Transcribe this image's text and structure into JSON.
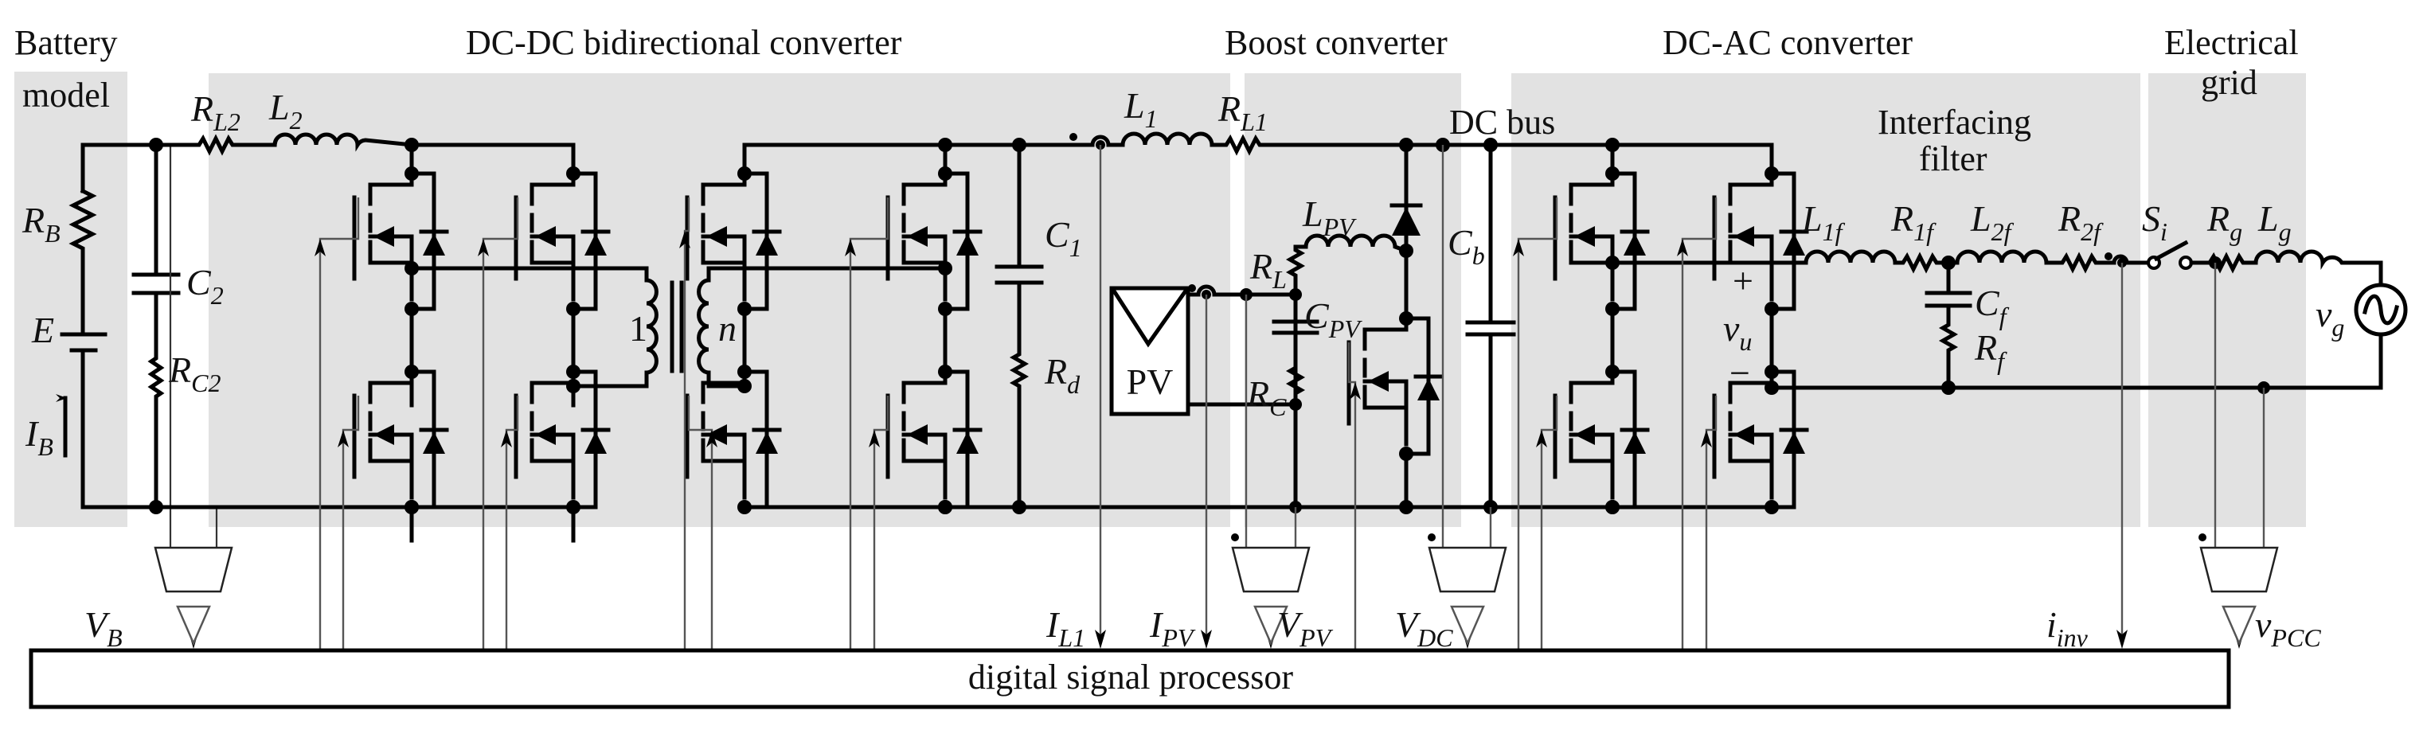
{
  "figure": {
    "sections": {
      "battery": [
        "Battery",
        "model"
      ],
      "dcdc": "DC-DC bidirectional converter",
      "boost": "Boost converter",
      "dcac": "DC-AC converter",
      "grid": [
        "Electrical",
        "grid"
      ],
      "filter": [
        "Interfacing",
        "filter"
      ],
      "dc_bus": "DC bus"
    },
    "components": {
      "RB": {
        "main": "R",
        "sub": "B"
      },
      "E": {
        "main": "E",
        "sub": ""
      },
      "IB": {
        "main": "I",
        "sub": "B"
      },
      "C2": {
        "main": "C",
        "sub": "2"
      },
      "RC2": {
        "main": "R",
        "sub": "C2"
      },
      "RL2": {
        "main": "R",
        "sub": "L2"
      },
      "L2": {
        "main": "L",
        "sub": "2"
      },
      "turns_primary": "1",
      "turns_secondary": "n",
      "C1": {
        "main": "C",
        "sub": "1"
      },
      "Rd": {
        "main": "R",
        "sub": "d"
      },
      "L1": {
        "main": "L",
        "sub": "1"
      },
      "RL1": {
        "main": "R",
        "sub": "L1"
      },
      "PV": "PV",
      "RL": {
        "main": "R",
        "sub": "L"
      },
      "LPV": {
        "main": "L",
        "sub": "PV"
      },
      "CPV": {
        "main": "C",
        "sub": "PV"
      },
      "RC": {
        "main": "R",
        "sub": "C"
      },
      "Cb": {
        "main": "C",
        "sub": "b"
      },
      "vu": {
        "main": "v",
        "sub": "u"
      },
      "plus": "+",
      "minus": "−",
      "L1f": {
        "main": "L",
        "sub": "1f"
      },
      "R1f": {
        "main": "R",
        "sub": "1f"
      },
      "Cf": {
        "main": "C",
        "sub": "f"
      },
      "Rf": {
        "main": "R",
        "sub": "f"
      },
      "L2f": {
        "main": "L",
        "sub": "2f"
      },
      "R2f": {
        "main": "R",
        "sub": "2f"
      },
      "Si": {
        "main": "S",
        "sub": "i"
      },
      "Rg": {
        "main": "R",
        "sub": "g"
      },
      "Lg": {
        "main": "L",
        "sub": "g"
      },
      "vg": {
        "main": "v",
        "sub": "g"
      }
    },
    "measurements": {
      "VB": {
        "main": "V",
        "sub": "B"
      },
      "IL1": {
        "main": "I",
        "sub": "L1"
      },
      "IPV": {
        "main": "I",
        "sub": "PV"
      },
      "VPV": {
        "main": "V",
        "sub": "PV"
      },
      "VDC": {
        "main": "V",
        "sub": "DC"
      },
      "iinv": {
        "main": "i",
        "sub": "inv"
      },
      "vPCC": {
        "main": "v",
        "sub": "PCC"
      }
    },
    "processor_label": "digital signal processor",
    "colors": {
      "region_fill": "#e2e2e2",
      "wire": "#000000",
      "signal": "#555555"
    }
  }
}
